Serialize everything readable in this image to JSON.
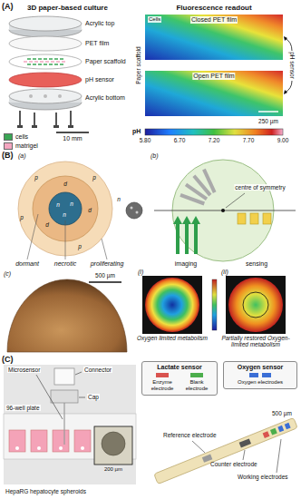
{
  "diagram": {
    "nodes": [
      {
        "text": [
          "Lactate sensor",
          "Enzyme electrode",
          "Blank electrode"
        ]
      },
      {
        "text": [
          "Oxygen sensor",
          "Oxygen electrodes"
        ]
      }
    ],
    "labels": [
      "(A)",
      "3D paper-based culture",
      "Fluorescence readout",
      "Acrylic top",
      "PET film",
      "Paper scaffold",
      "pH sensor",
      "Acrylic bottom",
      "10 mm",
      "Cells",
      "Closed PET film",
      "Open PET film",
      "pH sensor",
      "Paper scaffold",
      "250 µm",
      "pH",
      "5.80",
      "6.70",
      "7.20",
      "7.70",
      "9.00",
      "(B)",
      "(a)",
      "(b)",
      "p",
      "p",
      "p",
      "p",
      "d",
      "d",
      "d",
      "n",
      "n",
      "n",
      "n",
      "dormant",
      "necrotic",
      "proliferating",
      "centre of symmetry",
      "imaging",
      "sensing",
      "(c)",
      "500 µm",
      "(i)",
      "(ii)",
      "Oxygen limited metabolism",
      "Partially restored Oxygen-limited metabolism",
      "(C)",
      "Microsensor",
      "Connector",
      "Cap",
      "96-well plate",
      "HepaRG hepatocyte spheroids",
      "200 µm",
      "Reference electrode",
      "Counter electrode",
      "Working electrodes",
      "500 µm"
    ],
    "legend": [
      {
        "text": "cells",
        "color": "#3aa655"
      },
      {
        "text": "matrigel",
        "color": "#f4a6c0"
      }
    ]
  }
}
